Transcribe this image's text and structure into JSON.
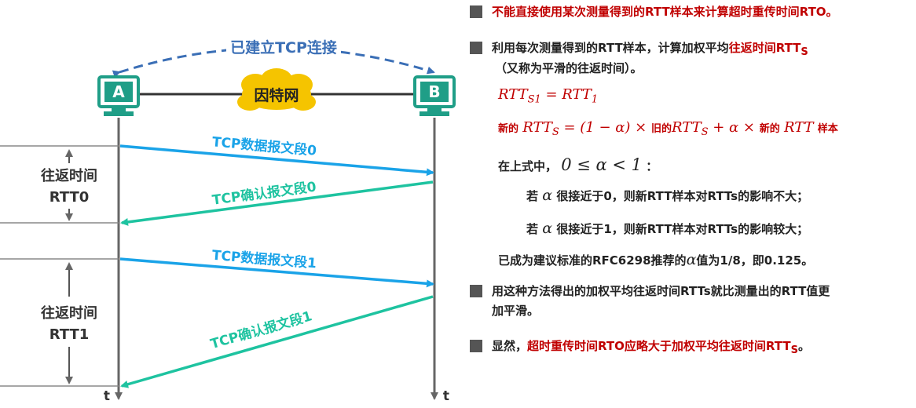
{
  "diagram": {
    "connection_label": "已建立TCP连接",
    "network_label": "因特网",
    "host_a": "A",
    "host_b": "B",
    "segments": [
      {
        "label": "TCP数据报文段0"
      },
      {
        "label": "TCP确认报文段0"
      },
      {
        "label": "TCP数据报文段1"
      },
      {
        "label": "TCP确认报文段1"
      }
    ],
    "rtt0_line1": "往返时间",
    "rtt0_line2": "RTT0",
    "rtt1_line1": "往返时间",
    "rtt1_line2": "RTT1",
    "time_a": "t",
    "time_b": "t",
    "colors": {
      "data": "#1aa3e8",
      "ack": "#1ec3a0",
      "host": "#1f9e87",
      "cloud": "#f5c400"
    }
  },
  "panel": {
    "b1": "不能直接使用某次测量得到的RTT样本来计算超时重传时间RTO。",
    "b2_pre": "利用每次测量得到的RTT样本，计算加权平均",
    "b2_red": "往返时间RTT",
    "b2_sub": "S",
    "b2_line2": "（又称为平滑的往返时间）。",
    "f1": "RTT",
    "f1_sub": "S1",
    "f1_eq": " = RTT",
    "f1_sub2": "1",
    "f2_new": "新的",
    "f2_rtt": "RTT",
    "f2_sub": "S",
    "f2_mid": " = (1 − α) × ",
    "f2_old": "旧的",
    "f2_rtt2": "RTT",
    "f2_sub2": "S",
    "f2_plus": "  + α × ",
    "f2_new2": "新的",
    "f2_rtt3": "RTT",
    "f2_sample": "样本",
    "c1_pre": "在上式中，",
    "c1_formula": "0 ≤ α < 1",
    "c1_post": "：",
    "c2_pre": "若",
    "c2_alpha": "α",
    "c2_post": "很接近于0，则新RTT样本对RTTs的影响不大；",
    "c3_pre": "若",
    "c3_alpha": "α",
    "c3_post": "很接近于1，则新RTT样本对RTTs的影响较大；",
    "c4_pre": "已成为建议标准的RFC6298推荐的",
    "c4_alpha": "α",
    "c4_post": "值为1/8，即0.125。",
    "b3_line1": "用这种方法得出的加权平均往返时间RTTs就比测量出的RTT值更",
    "b3_line2": "加平滑。",
    "b4_pre": "显然，",
    "b4_red": "超时重传时间RTO应略大于加权平均往返时间RTT",
    "b4_sub": "S",
    "b4_post": "。"
  }
}
